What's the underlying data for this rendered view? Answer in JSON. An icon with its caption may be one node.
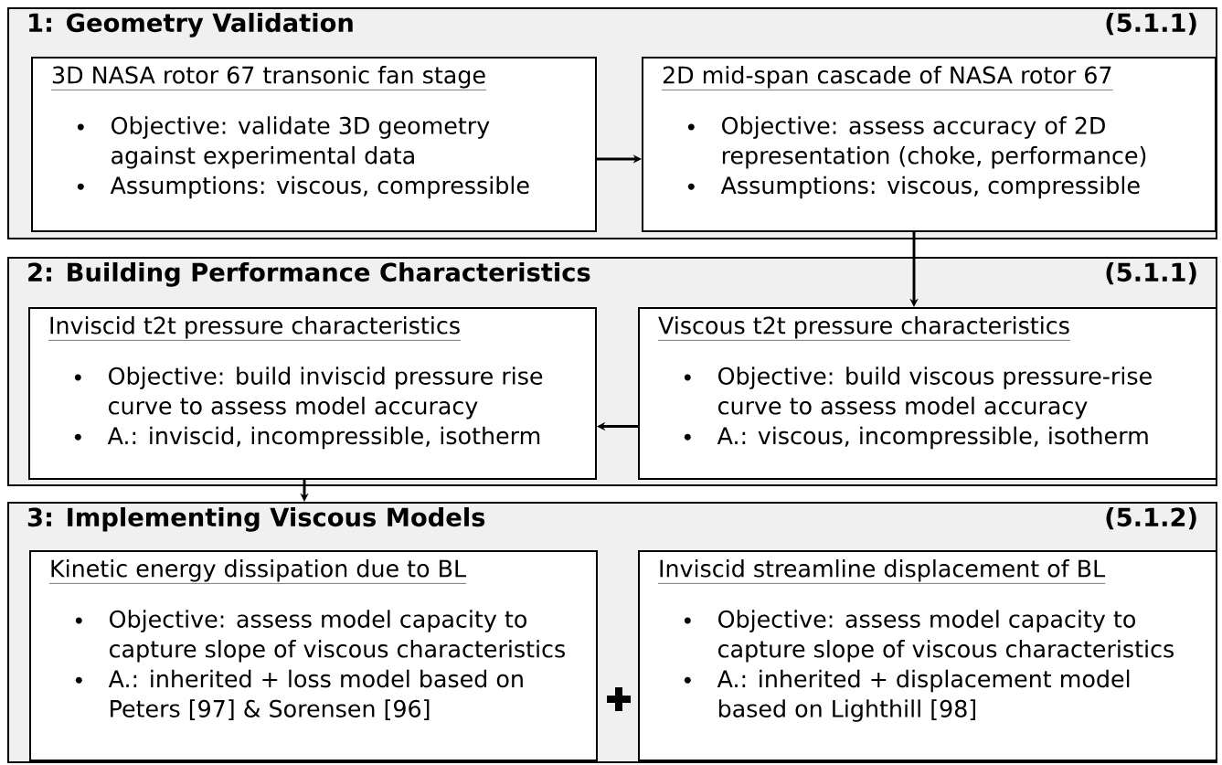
{
  "diagram": {
    "nodes": [
      {
        "text": [
          "1: Geometry Validation",
          "(5.1.1)"
        ]
      },
      {
        "text": [
          "3D NASA rotor 67 transonic fan stage",
          "Objective: validate 3D geometry against experimental data",
          "Assumptions: viscous, compressible"
        ],
        "in": 0
      },
      {
        "text": [
          "2D mid-span cascade of NASA rotor 67",
          "Objective: assess accuracy of 2D representation (choke, performance)",
          "Assumptions: viscous, compressible"
        ],
        "in": 0
      },
      {
        "text": [
          "2: Building Performance Characteristics",
          "(5.1.1)"
        ]
      },
      {
        "text": [
          "Inviscid t2t pressure characteristics",
          "Objective: build inviscid pressure rise curve to assess model accuracy",
          "A.: inviscid, incompressible, isotherm"
        ],
        "in": 3
      },
      {
        "text": [
          "Viscous t2t pressure characteristics",
          "Objective: build viscous pressure-rise curve to assess model accuracy",
          "A.: viscous, incompressible, isotherm"
        ],
        "in": 3
      },
      {
        "text": [
          "3: Implementing Viscous Models",
          "(5.1.2)"
        ]
      },
      {
        "text": [
          "Kinetic energy dissipation due to BL",
          "Objective: assess model capacity to capture slope of viscous characteristics",
          "A.: inherited + loss model based on Peters [97] & Sorensen [96]"
        ],
        "in": 6
      },
      {
        "text": [
          "Inviscid streamline displacement of BL",
          "Objective: assess model capacity to capture slope of viscous characteristics",
          "A.: inherited + displacement model based on Lighthill [98]"
        ],
        "in": 6
      }
    ],
    "edges": [
      {
        "from": 1,
        "to": 2,
        "arrow": "to"
      },
      {
        "from": 2,
        "to": 5,
        "arrow": "to"
      },
      {
        "from": 5,
        "to": 4,
        "arrow": "to"
      },
      {
        "from": 4,
        "to": 6,
        "arrow": "to"
      }
    ]
  }
}
